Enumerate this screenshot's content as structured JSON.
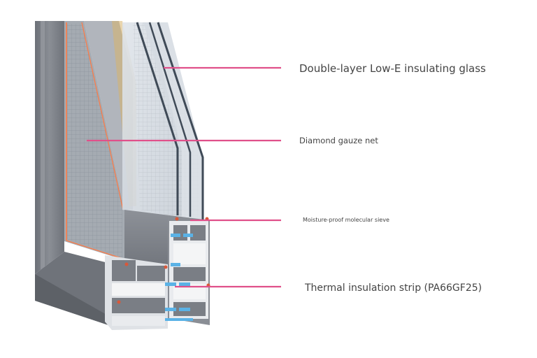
{
  "callouts": {
    "glass": "Double-layer Low-E insulating glass",
    "gauze": "Diamond gauze net",
    "sieve": "Moisture-proof molecular sieve",
    "strip": "Thermal insulation strip (PA66GF25)"
  },
  "colors": {
    "leader_line": "#e0508a",
    "frame_metal": "#7c8087",
    "frame_highlight": "#b8bcc2",
    "glass_edge": "#3f4a57",
    "gauze_edge": "#ff7a45",
    "insulation_strip": "#5ab2e6",
    "label_text": "#444444"
  }
}
